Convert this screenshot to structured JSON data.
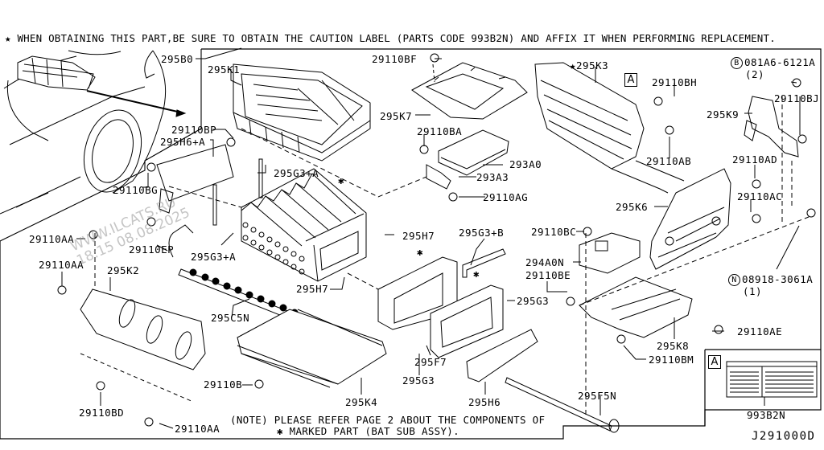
{
  "caution_note": "★ WHEN OBTAINING THIS PART,BE SURE TO OBTAIN THE CAUTION LABEL (PARTS CODE 993B2N) AND AFFIX IT WHEN PERFORMING REPLACEMENT.",
  "footer_note": {
    "line1": "(NOTE) PLEASE REFER PAGE 2 ABOUT THE COMPONENTS OF",
    "line2": "✱ MARKED PART (BAT SUB ASSY)."
  },
  "figure_code": "J291000D",
  "watermark": {
    "line1": "WWW.ILCATS.RU",
    "line2": "18:15 08.08.2025"
  },
  "detail_box": {
    "marker": "A",
    "part": "993B2N"
  },
  "callout_marker": "A",
  "asterisk": "✱",
  "parts": [
    {
      "id": "295B0",
      "label": "295B0"
    },
    {
      "id": "295K1",
      "label": "295K1"
    },
    {
      "id": "29110BF",
      "label": "29110BF"
    },
    {
      "id": "295K3",
      "label": "★295K3"
    },
    {
      "id": "29110BH",
      "label": "29110BH"
    },
    {
      "id": "081A6-6121A",
      "label": "081A6-6121A",
      "prefix": "B",
      "qty": "(2)"
    },
    {
      "id": "29110BJ",
      "label": "29110BJ"
    },
    {
      "id": "295K9",
      "label": "295K9"
    },
    {
      "id": "29110BP",
      "label": "29110BP"
    },
    {
      "id": "295H6+A",
      "label": "295H6+A"
    },
    {
      "id": "295K7",
      "label": "295K7"
    },
    {
      "id": "29110BA",
      "label": "29110BA"
    },
    {
      "id": "293A0",
      "label": "293A0"
    },
    {
      "id": "293A3",
      "label": "293A3"
    },
    {
      "id": "29110AB",
      "label": "29110AB"
    },
    {
      "id": "29110AD",
      "label": "29110AD"
    },
    {
      "id": "29110BG",
      "label": "29110BG"
    },
    {
      "id": "295G3+A-1",
      "label": "295G3+A"
    },
    {
      "id": "29110AG",
      "label": "29110AG"
    },
    {
      "id": "29110AC",
      "label": "29110AC"
    },
    {
      "id": "295K6",
      "label": "295K6"
    },
    {
      "id": "29110AA-1",
      "label": "29110AA"
    },
    {
      "id": "29110EP",
      "label": "29110EP"
    },
    {
      "id": "295G3+A-2",
      "label": "295G3+A"
    },
    {
      "id": "295H7-1",
      "label": "295H7"
    },
    {
      "id": "295G3+B",
      "label": "295G3+B"
    },
    {
      "id": "29110BC",
      "label": "29110BC"
    },
    {
      "id": "29110AA-2",
      "label": "29110AA"
    },
    {
      "id": "295K2",
      "label": "295K2"
    },
    {
      "id": "294A0N",
      "label": "294A0N"
    },
    {
      "id": "29110BE",
      "label": "29110BE"
    },
    {
      "id": "08918-3061A",
      "label": "08918-3061A",
      "prefix": "N",
      "qty": "(1)"
    },
    {
      "id": "295H7-2",
      "label": "295H7"
    },
    {
      "id": "295G3",
      "label": "295G3"
    },
    {
      "id": "295C5N",
      "label": "295C5N"
    },
    {
      "id": "29110AE",
      "label": "29110AE"
    },
    {
      "id": "295K8",
      "label": "295K8"
    },
    {
      "id": "295F7",
      "label": "295F7"
    },
    {
      "id": "29110BM",
      "label": "29110BM"
    },
    {
      "id": "29110BD",
      "label": "29110BD"
    },
    {
      "id": "29110B",
      "label": "29110B"
    },
    {
      "id": "295K4",
      "label": "295K4"
    },
    {
      "id": "295G3-2",
      "label": "295G3"
    },
    {
      "id": "295H6",
      "label": "295H6"
    },
    {
      "id": "295F5N",
      "label": "295F5N"
    },
    {
      "id": "29110AA-3",
      "label": "29110AA"
    }
  ]
}
